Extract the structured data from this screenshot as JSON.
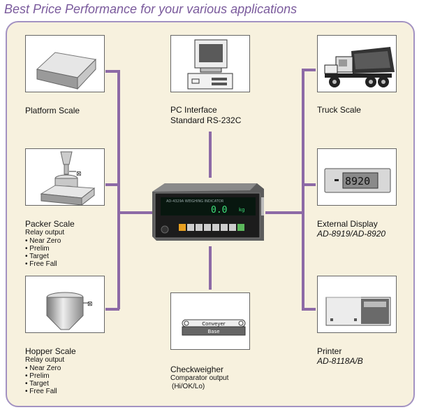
{
  "title": "Best Price Performance for your various applications",
  "colors": {
    "connector": "#8d6aa6",
    "panel_bg": "#f7f1de",
    "panel_border": "#a392c2",
    "title": "#7a5a9c"
  },
  "platform": {
    "name": "Platform Scale"
  },
  "pc": {
    "line1": "PC Interface",
    "line2": "Standard RS-232C"
  },
  "truck": {
    "name": "Truck Scale"
  },
  "packer": {
    "name": "Packer Scale",
    "output": "Relay output",
    "items": [
      "• Near Zero",
      "• Prelim",
      "• Target",
      "• Free Fall"
    ]
  },
  "hopper": {
    "name": "Hopper Scale",
    "output": "Relay output",
    "items": [
      "• Near Zero",
      "• Prelim",
      "• Target",
      "• Free Fall"
    ]
  },
  "display": {
    "name": "External Display",
    "model": "AD-8919/AD-8920",
    "readout": "8920"
  },
  "checkweigher": {
    "name": "Checkweigher",
    "output": "Comparator output",
    "modes": "(Hi/OK/Lo)",
    "conveyer": "Conveyer",
    "base": "Base"
  },
  "printer": {
    "name": "Printer",
    "model": "AD-8118A/B"
  },
  "indicator": {
    "reading": "0.0",
    "unit": "kg"
  }
}
